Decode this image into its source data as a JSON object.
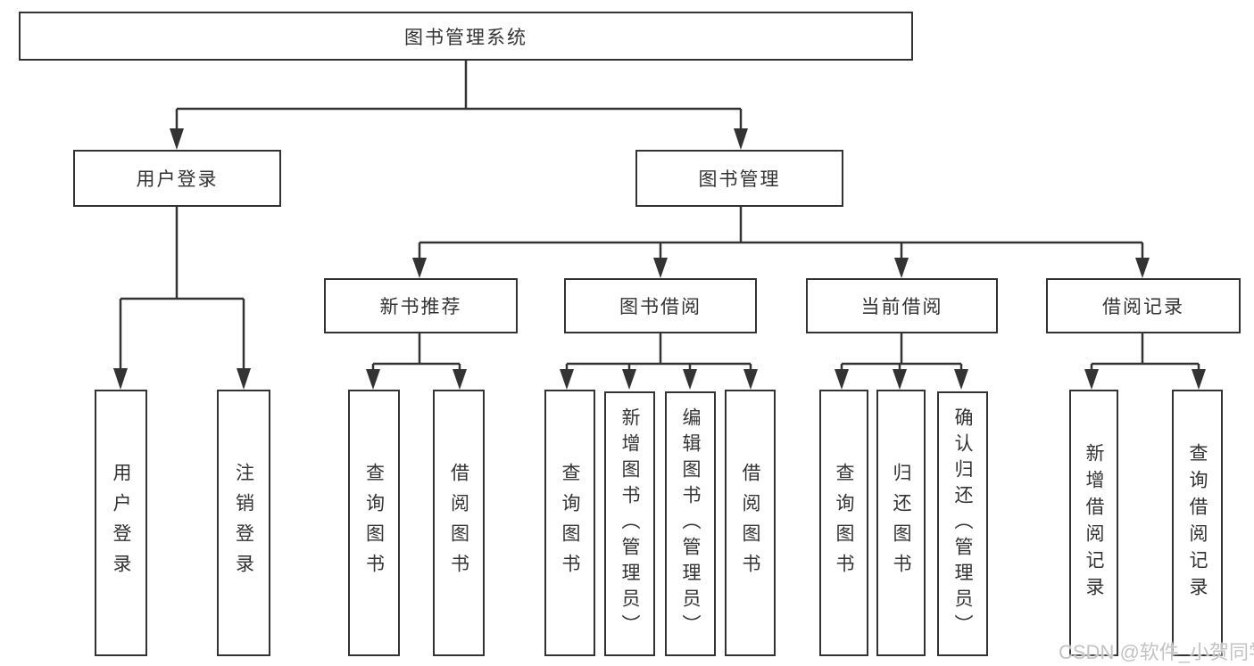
{
  "diagram": {
    "root": {
      "label": "图书管理系统"
    },
    "level2": {
      "user_login": {
        "label": "用户登录"
      },
      "book_mgmt": {
        "label": "图书管理"
      }
    },
    "level3": {
      "new_books": {
        "label": "新书推荐"
      },
      "borrow": {
        "label": "图书借阅"
      },
      "current": {
        "label": "当前借阅"
      },
      "records": {
        "label": "借阅记录"
      }
    },
    "leaves": {
      "user_login_leaf": {
        "label": "用户登录"
      },
      "logout": {
        "label": "注销登录"
      },
      "nb_query": {
        "label": "查询图书"
      },
      "nb_borrow": {
        "label": "借阅图书"
      },
      "bb_query": {
        "label": "查询图书"
      },
      "bb_add": {
        "label": "新增图书（管理员）"
      },
      "bb_edit": {
        "label": "编辑图书（管理员）"
      },
      "bb_borrow": {
        "label": "借阅图书"
      },
      "cb_query": {
        "label": "查询图书"
      },
      "cb_return": {
        "label": "归还图书"
      },
      "cb_confirm": {
        "label": "确认归还（管理员）"
      },
      "rec_add": {
        "label": "新增借阅记录"
      },
      "rec_query": {
        "label": "查询借阅记录"
      }
    }
  },
  "watermark": {
    "text": "CSDN @软件_小贺同学"
  },
  "colors": {
    "line": "#333333",
    "box_border": "#333333",
    "text": "#333333",
    "watermark": "#c3c3c3",
    "background": "#ffffff"
  }
}
